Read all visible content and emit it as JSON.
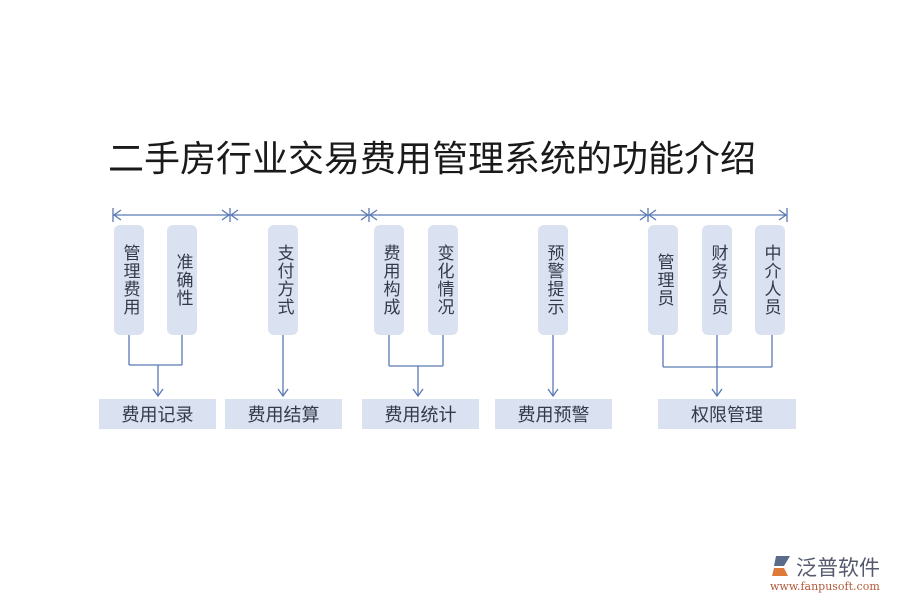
{
  "title": "二手房行业交易费用管理系统的功能介绍",
  "colors": {
    "box_fill": "#dae2f1",
    "line": "#5a7ab5",
    "text": "#333a4a"
  },
  "features": [
    {
      "label": "费用记录",
      "items": [
        "管理费用",
        "准确性"
      ]
    },
    {
      "label": "费用结算",
      "items": [
        "支付方式"
      ]
    },
    {
      "label": "费用统计",
      "items": [
        "费用构成",
        "变化情况"
      ]
    },
    {
      "label": "费用预警",
      "items": [
        "预警提示"
      ]
    },
    {
      "label": "权限管理",
      "items": [
        "管理员",
        "财务人员",
        "中介人员"
      ]
    }
  ],
  "logo": {
    "name": "泛普软件",
    "url": "www.fanpusoft.com"
  }
}
